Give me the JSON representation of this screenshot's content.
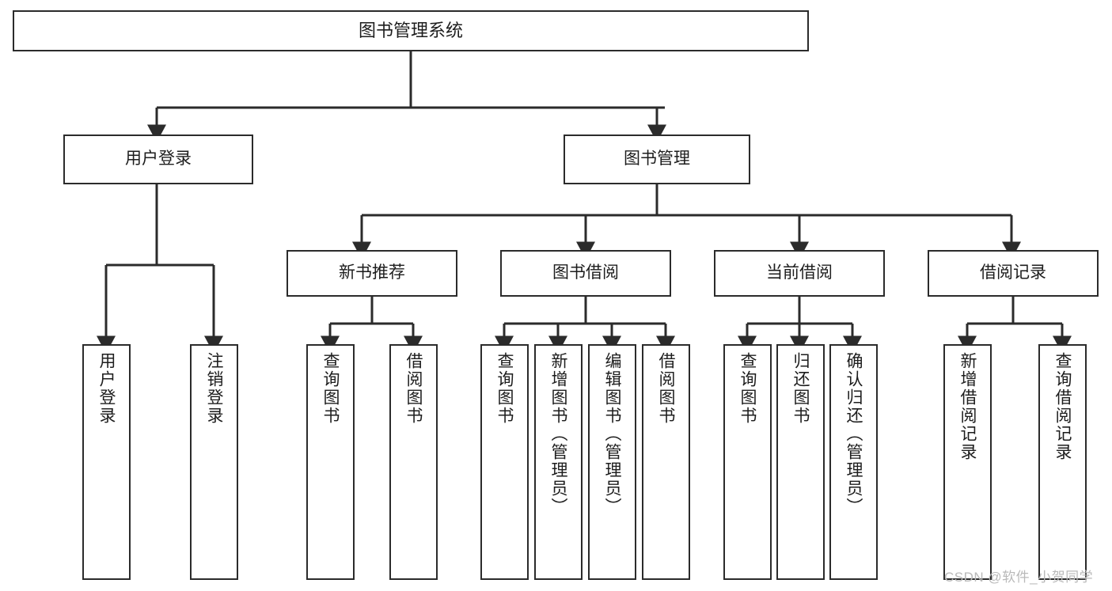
{
  "diagram": {
    "title": "图书管理系统",
    "type": "tree-hierarchy",
    "watermark": "CSDN @软件_小贺同学",
    "stroke_color": "#2b2b2b",
    "fill_color": "#ffffff",
    "watermark_color": "#b9b9b9"
  },
  "nodes": {
    "root": {
      "label": "图书管理系统"
    },
    "level1": [
      {
        "label": "用户登录"
      },
      {
        "label": "图书管理"
      }
    ],
    "level2": [
      {
        "label": "新书推荐"
      },
      {
        "label": "图书借阅"
      },
      {
        "label": "当前借阅"
      },
      {
        "label": "借阅记录"
      }
    ],
    "leaves": {
      "user_login": [
        {
          "label": "用户登录"
        },
        {
          "label": "注销登录"
        }
      ],
      "new_books": [
        {
          "label": "查询图书"
        },
        {
          "label": "借阅图书"
        }
      ],
      "book_borrow": [
        {
          "label": "查询图书"
        },
        {
          "label": "新增图书（管理员）"
        },
        {
          "label": "编辑图书（管理员）"
        },
        {
          "label": "借阅图书"
        }
      ],
      "current_borrow": [
        {
          "label": "查询图书"
        },
        {
          "label": "归还图书"
        },
        {
          "label": "确认归还（管理员）"
        }
      ],
      "borrow_records": [
        {
          "label": "新增借阅记录"
        },
        {
          "label": "查询借阅记录"
        }
      ]
    }
  }
}
